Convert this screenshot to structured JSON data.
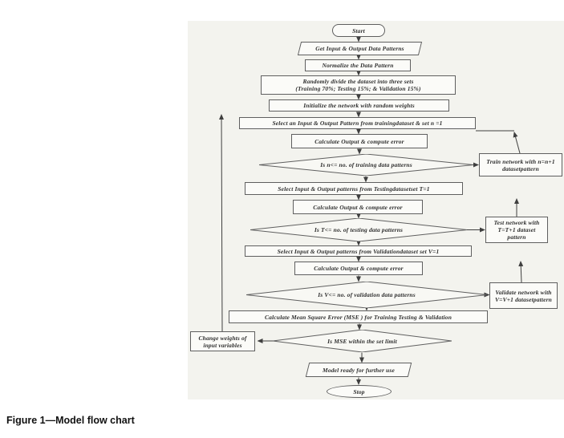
{
  "figure": {
    "caption": "Figure 1—Model flow chart"
  },
  "flowchart": {
    "start": "Start",
    "get_io": "Get Input &  Output Data Patterns",
    "normalize": "Normalize the Data Pattern",
    "divide_line1": "Randomly divide the dataset  into three sets",
    "divide_line2": "(Training 70%; Testing 15%; & Validation 15%)",
    "initialize": "Initialize the network with random weights",
    "select_training": "Select an Input & Output Pattern from trainingdataset & set n =1",
    "calc_error_1": "Calculate Output & compute error",
    "decision_training": "Is n<= no. of training data patterns",
    "train_network": "Train network with n=n+1 datasetpattern",
    "select_testing": "Select Input &  Output patterns from Testingdatasetset T=1",
    "calc_error_2": "Calculate Output & compute error",
    "decision_testing": "Is T<= no. of testing data patterns",
    "test_network": "Test network with T=T+1 dataset pattern",
    "select_validation": "Select Input &  Output patterns from Validationdataset set V=1",
    "calc_error_3": "Calculate Output & compute error",
    "decision_validation": "Is V<= no. of validation data patterns",
    "validate_network": "Validate network with V=V+1 datasetpattern",
    "calc_mse": "Calculate Mean Square Error (MSE ) for Training Testing & Validation",
    "decision_mse": "Is MSE within the set limit",
    "change_weights": "Change weights of input variables",
    "model_ready": "Model ready for further use",
    "stop": "Stop"
  }
}
